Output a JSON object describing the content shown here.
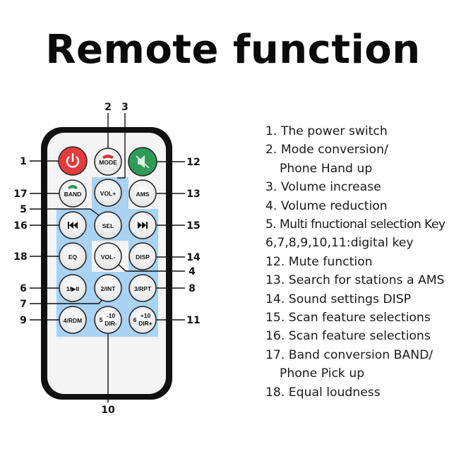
{
  "title": "Remote function",
  "buttons": {
    "mode": "MODE",
    "vol_up": "VOL+",
    "band": "BAND",
    "ams": "AMS",
    "sel": "SEL",
    "eq": "EQ",
    "vol_down": "VOL-",
    "disp": "DISP",
    "k1": "1/▶II",
    "k2": "2/INT",
    "k3": "3/RPT",
    "k4": "4/RDM",
    "k5_num": "5",
    "k5_sub": "-10",
    "k5_dir": "DIR-",
    "k6_num": "6",
    "k6_sub": "+10",
    "k6_dir": "DIR+"
  },
  "callouts": [
    "1",
    "2",
    "3",
    "4",
    "5",
    "6",
    "7",
    "8",
    "9",
    "10",
    "11",
    "12",
    "13",
    "14",
    "15",
    "16",
    "17",
    "18"
  ],
  "legend": {
    "l1": "1. The power switch",
    "l2a": "2. Mode conversion/",
    "l2b": "Phone Hand up",
    "l3": "3. Volume increase",
    "l4": "4. Volume reduction",
    "l5": "5. Multi fnuctional selection Key",
    "l6": "6,7,8,9,10,11:digital key",
    "l12": "12. Mute function",
    "l13": "13. Search for stations a AMS",
    "l14": "14. Sound settings DISP",
    "l15": "15. Scan feature selections",
    "l16": "16. Scan feature selections",
    "l17a": "17. Band conversion BAND/",
    "l17b": "Phone Pick up",
    "l18": "18. Equal loudness"
  },
  "colors": {
    "remote_body": "#111111",
    "remote_face": "#f4f4f4",
    "blue_panel": "#a9d2f3",
    "power_button": "#e63b3e",
    "mute_button": "#2e9b57",
    "button_face": "#f7f7f7"
  }
}
